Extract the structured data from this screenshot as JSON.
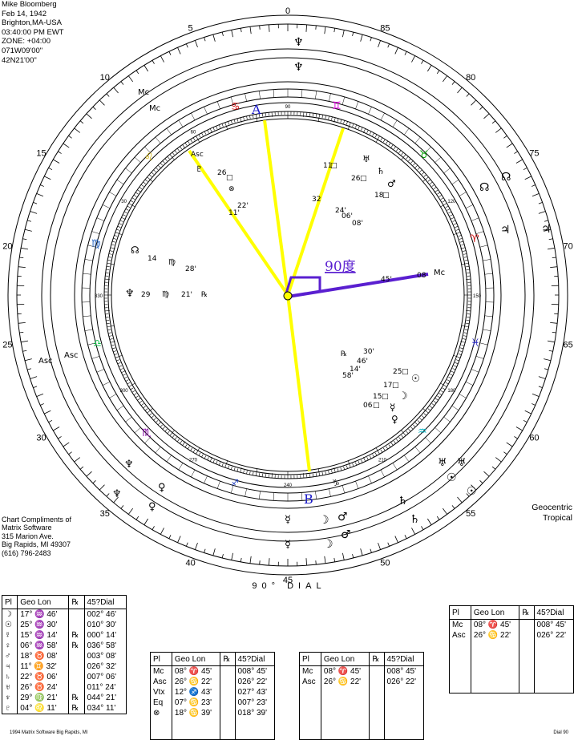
{
  "header": {
    "lines": [
      "Mike Bloomberg",
      "Feb 14, 1942",
      "Brighton,MA-USA",
      "03:40:00 PM EWT",
      "ZONE: +04:00",
      "071W09'00\"",
      "42N21'00\""
    ]
  },
  "credits": {
    "lines": [
      "Chart Compliments of",
      "Matrix Software",
      "315 Marion Ave.",
      "Big Rapids, MI 49307",
      "(616) 796-2483"
    ]
  },
  "geo": {
    "line1": "Geocentric",
    "line2": "Tropical"
  },
  "dial_title": "90° DIAL",
  "outer_numbers": [
    "0",
    "5",
    "10",
    "15",
    "20",
    "25",
    "30",
    "35",
    "40",
    "45",
    "50",
    "55",
    "60",
    "65",
    "70",
    "75",
    "80",
    "85"
  ],
  "inner_numbers": [
    "90",
    "60",
    "30",
    "330",
    "300",
    "270",
    "240",
    "210",
    "180",
    "150",
    "120"
  ],
  "signs": {
    "cancer": "♋",
    "gemini": "♊",
    "leo": "♌",
    "taurus": "♉",
    "virgo": "♍",
    "aries": "♈",
    "libra": "♎",
    "pisces": "♓",
    "scorpio": "♏",
    "aquarius": "♒",
    "sagittarius": "♐",
    "capricorn": "♑"
  },
  "outer_glyphs": {
    "neptune": "♆",
    "mc": "Mc",
    "asc": "Asc",
    "node": "☊",
    "jupiter": "♃",
    "sun": "☉",
    "moon": "☽",
    "mars": "♂",
    "saturn": "♄",
    "uranus": "♅",
    "venus": "♀",
    "mercury": "☿"
  },
  "inner_text": {
    "asc_inner": "Asc",
    "pluto_label": "♇",
    "d26": "26",
    "sq1": "□",
    "circ1": "⊗",
    "d22": "22'",
    "d11": "11'",
    "uranus_11": "11",
    "uranus_sq": "□",
    "saturn_26": "26",
    "saturn_sq": "□",
    "d32": "32",
    "mars_18": "18",
    "mars_sq": "□",
    "d24": "24'",
    "d06": "06'",
    "d08": "08'",
    "mc_45": "45'",
    "mc_08": "08",
    "mc_label": "Mc",
    "mc_aries": "♈",
    "node_14": "14",
    "node_virgo": "♍",
    "node_28": "28'",
    "nep_29": "29",
    "nep_virgo": "♍",
    "nep_21": "21'",
    "nep_rx": "℞",
    "rx2": "℞",
    "d30": "30'",
    "d46": "46'",
    "d14": "14'",
    "d58": "58'",
    "d25": "25",
    "sq_a": "□",
    "d17": "17",
    "sq_b": "□",
    "d15": "15",
    "sq_c": "□",
    "d06b": "06",
    "sq_d": "□",
    "aq_small": "♒"
  },
  "annotations": {
    "label_a": "A",
    "label_b": "B",
    "angle_label": "90度"
  },
  "tables": {
    "main": {
      "headers": [
        "Pl",
        "Geo Lon",
        "℞",
        "45?Dial"
      ],
      "rows": [
        {
          "pl": "☽",
          "lon": "17° ♒ 46'",
          "rx": "",
          "dial": "002°  46'"
        },
        {
          "pl": "☉",
          "lon": "25° ♒ 30'",
          "rx": "",
          "dial": "010°  30'"
        },
        {
          "pl": "☿",
          "lon": "15° ♒ 14'",
          "rx": "℞",
          "dial": "000°  14'"
        },
        {
          "pl": "♀",
          "lon": "06° ♒ 58'",
          "rx": "℞",
          "dial": "036°  58'"
        },
        {
          "pl": "♂",
          "lon": "18° ♉ 08'",
          "rx": "",
          "dial": "003°  08'"
        },
        {
          "pl": "♃",
          "lon": "11° ♊ 32'",
          "rx": "",
          "dial": "026°  32'"
        },
        {
          "pl": "♄",
          "lon": "22° ♉ 06'",
          "rx": "",
          "dial": "007°  06'"
        },
        {
          "pl": "♅",
          "lon": "26° ♉ 24'",
          "rx": "",
          "dial": "011°  24'"
        },
        {
          "pl": "♆",
          "lon": "29° ♍ 21'",
          "rx": "℞",
          "dial": "044°  21'"
        },
        {
          "pl": "♇",
          "lon": "04° ♌ 11'",
          "rx": "℞",
          "dial": "034°  11'"
        }
      ]
    },
    "t2": {
      "headers": [
        "Pl",
        "Geo Lon",
        "℞",
        "45?Dial"
      ],
      "rows": [
        {
          "pl": "Mc",
          "lon": "08° ♈ 45'",
          "rx": "",
          "dial": "008°  45'"
        },
        {
          "pl": "Asc",
          "lon": "26° ♋ 22'",
          "rx": "",
          "dial": "026°  22'"
        },
        {
          "pl": "Vtx",
          "lon": "12° ♐ 43'",
          "rx": "",
          "dial": "027°  43'"
        },
        {
          "pl": "Eq",
          "lon": "07° ♋ 23'",
          "rx": "",
          "dial": "007°  23'"
        },
        {
          "pl": "⊗",
          "lon": "18° ♋ 39'",
          "rx": "",
          "dial": "018°  39'"
        }
      ]
    },
    "t3": {
      "headers": [
        "Pl",
        "Geo Lon",
        "℞",
        "45?Dial"
      ],
      "rows": [
        {
          "pl": "Mc",
          "lon": "08° ♈ 45'",
          "rx": "",
          "dial": "008°  45'"
        },
        {
          "pl": "Asc",
          "lon": "26° ♋ 22'",
          "rx": "",
          "dial": "026°  22'"
        }
      ]
    },
    "t4": {
      "headers": [
        "Pl",
        "Geo Lon",
        "℞",
        "45?Dial"
      ],
      "rows": [
        {
          "pl": "Mc",
          "lon": "08° ♈ 45'",
          "rx": "",
          "dial": "008°  45'"
        },
        {
          "pl": "Asc",
          "lon": "26° ♋ 22'",
          "rx": "",
          "dial": "026°  22'"
        }
      ]
    }
  },
  "footer": {
    "left": "1994 Matrix Software  Big Rapids, MI",
    "right": "Dial 90"
  },
  "colors": {
    "yellow": "#ffff00",
    "purple": "#5a1fd0",
    "blue": "#1a1ac8"
  }
}
